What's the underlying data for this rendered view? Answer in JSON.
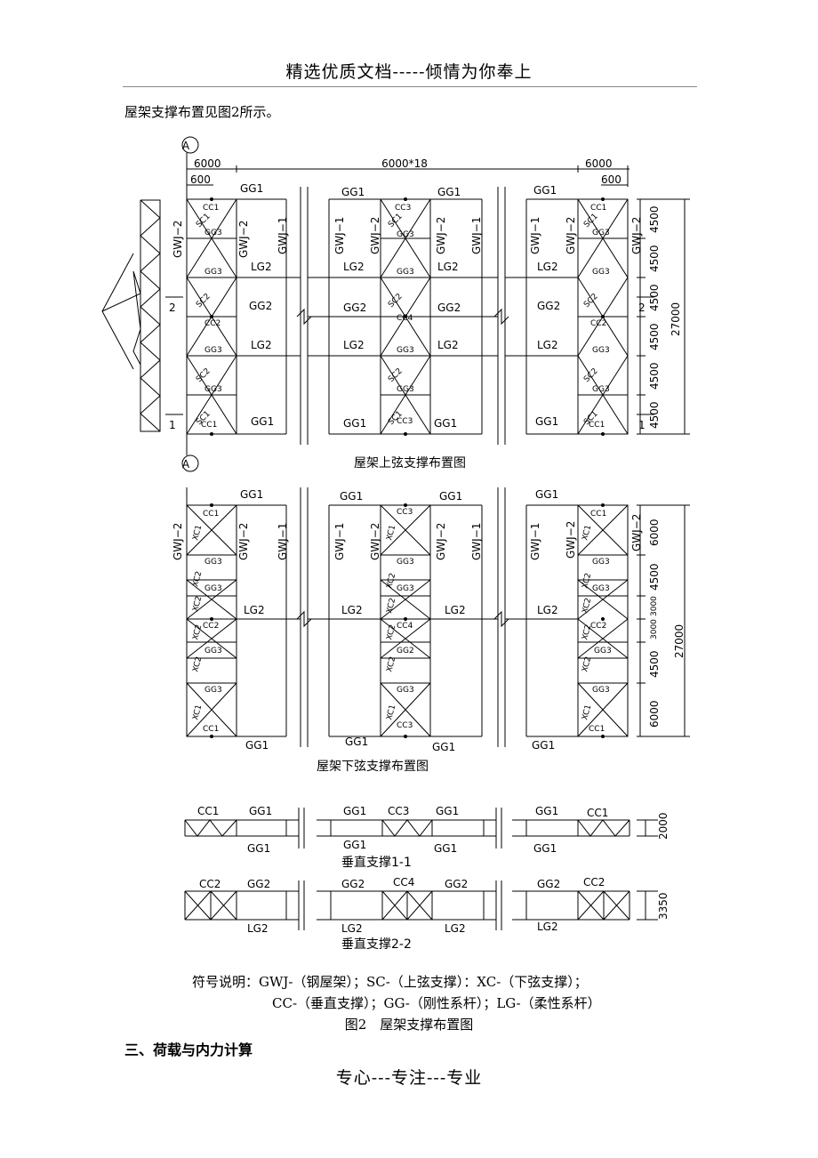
{
  "header": {
    "title": "精选优质文档-----倾情为你奉上"
  },
  "intro": "屋架支撑布置见图2所示。",
  "figure": {
    "top_plan": {
      "caption": "屋架上弦支撑布置图",
      "axis_label": "A",
      "spacing_labels": {
        "left_bay": "6000",
        "middle": "6000*18",
        "right_bay": "6000",
        "left_offset": "600",
        "right_offset": "600"
      },
      "row_dims": [
        "4500",
        "4500",
        "4500",
        "4500",
        "4500",
        "4500"
      ],
      "total_dim": "27000",
      "section_marks": [
        "2",
        "1"
      ]
    },
    "bottom_plan": {
      "caption": "屋架下弦支撑布置图",
      "row_dims": [
        "6000",
        "4500",
        "3000",
        "3000",
        "4500",
        "6000"
      ],
      "total_dim": "27000"
    },
    "labels": {
      "gg1": "GG1",
      "gg2": "GG2",
      "gg3": "GG3",
      "lg2": "LG2",
      "cc1": "CC1",
      "cc2": "CC2",
      "cc3": "CC3",
      "cc4": "CC4",
      "sc1": "SC1",
      "sc2": "SC2",
      "xc1": "XC1",
      "xc2": "XC2",
      "gwj1": "GWJ−1",
      "gwj2": "GWJ−2"
    },
    "vertical_1": {
      "caption": "垂直支撑1-1",
      "height": "2000"
    },
    "vertical_2": {
      "caption": "垂直支撑2-2",
      "height": "3350"
    }
  },
  "legend": {
    "line1": "符号说明：GWJ-（钢屋架）；SC-（上弦支撑）：XC-（下弦支撑）；",
    "line2": "CC-（垂直支撑）；GG-（刚性系杆）；LG-（柔性系杆）"
  },
  "figure_caption": "图2　屋架支撑布置图",
  "section_heading": "三、荷载与内力计算",
  "footer": {
    "text": "专心---专注---专业"
  }
}
